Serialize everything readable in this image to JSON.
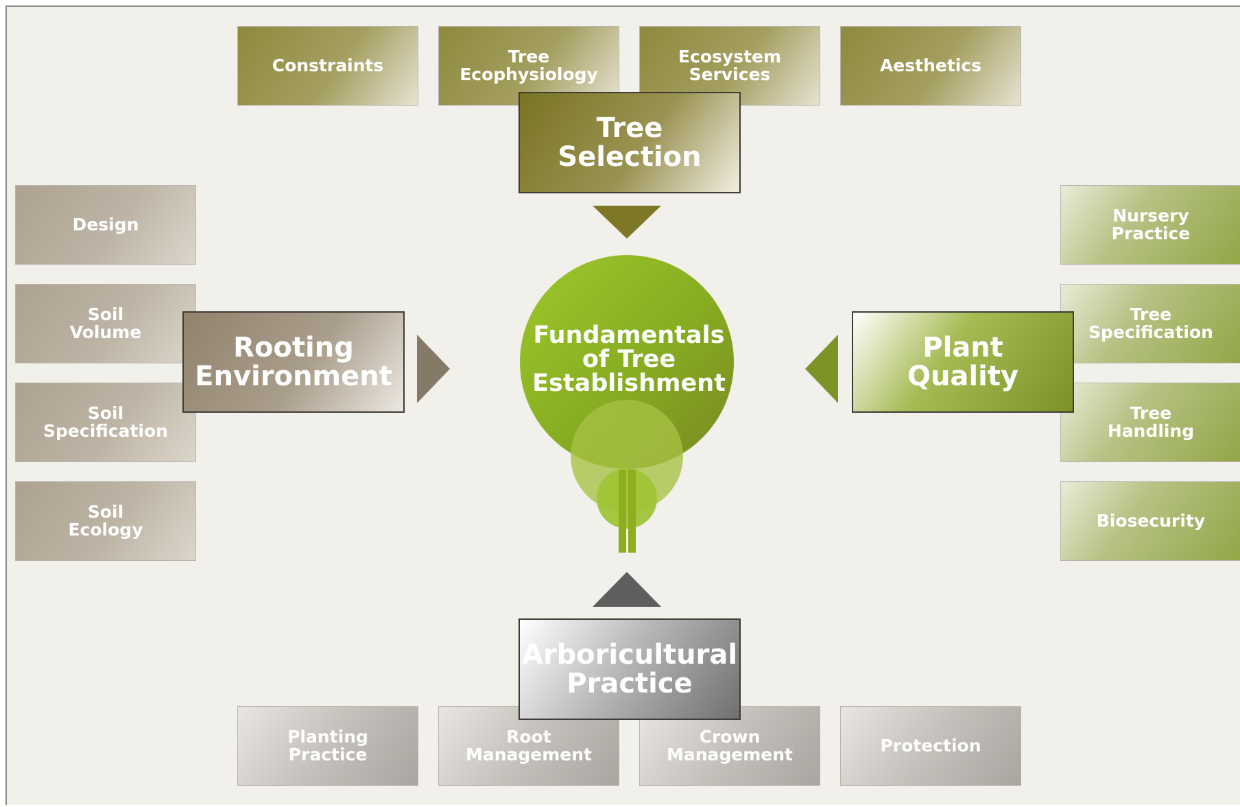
{
  "center": {
    "title": "Fundamentals\nof Tree\nEstablishment"
  },
  "tree_selection": {
    "title": "Tree\nSelection",
    "items": [
      "Constraints",
      "Tree\nEcophysiology",
      "Ecosystem\nServices",
      "Aesthetics"
    ]
  },
  "rooting_environment": {
    "title": "Rooting\nEnvironment",
    "items": [
      "Design",
      "Soil\nVolume",
      "Soil\nSpecification",
      "Soil\nEcology"
    ]
  },
  "plant_quality": {
    "title": "Plant\nQuality",
    "items": [
      "Nursery\nPractice",
      "Tree\nSpecification",
      "Tree\nHandling",
      "Biosecurity"
    ]
  },
  "arboricultural_practice": {
    "title": "Arboricultural\nPractice",
    "items": [
      "Planting\nPractice",
      "Root\nManagement",
      "Crown\nManagement",
      "Protection"
    ]
  },
  "colors": {
    "olive": "#7d7726",
    "taupe": "#857a68",
    "green": "#7e9327",
    "grey": "#5e5e5e",
    "circle_green": "#8fba22"
  }
}
